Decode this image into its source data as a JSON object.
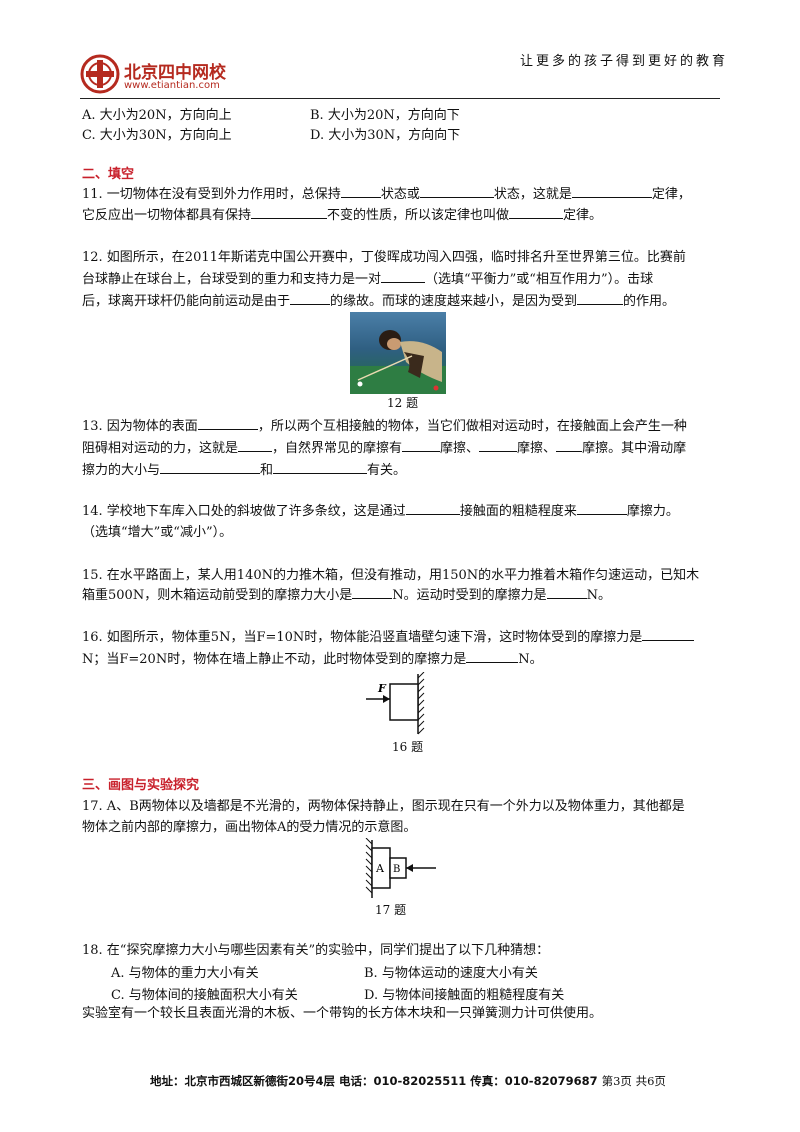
{
  "header": {
    "slogan": "让更多的孩子得到更好的教育",
    "logo_name": "北京四中网校",
    "logo_url": "www.etiantian.com"
  },
  "prev_options": {
    "A": "A. 大小为20N，方向向上",
    "B": "B. 大小为20N，方向向下",
    "C": "C. 大小为30N，方向向上",
    "D": "D. 大小为30N，方向向下"
  },
  "section2": {
    "title": "二、填空"
  },
  "q11": {
    "l1a": "11. 一切物体在没有受到外力作用时，总保持",
    "l1b": "状态或",
    "l1c": "状态，这就是",
    "l1d": "定律，",
    "l2a": "它反应出一切物体都具有保持",
    "l2b": "不变的性质，所以该定律也叫做",
    "l2c": "定律。"
  },
  "q12": {
    "l1": "12. 如图所示，在2011年斯诺克中国公开赛中，丁俊晖成功闯入四强，临时排名升至世界第三位。比赛前",
    "l2a": "台球静止在球台上，台球受到的重力和支持力是一对",
    "l2b": "（选填“平衡力”或“相互作用力”）。击球",
    "l3a": "后，球离开球杆仍能向前运动是由于",
    "l3b": "的缘故。而球的速度越来越小，是因为受到",
    "l3c": "的作用。",
    "fig": "12 题"
  },
  "q13": {
    "l1a": "13. 因为物体的表面",
    "l1b": "，所以两个互相接触的物体，当它们做相对运动时，在接触面上会产生一种",
    "l2a": "阻碍相对运动的力，这就是",
    "l2b": "，自然界常见的摩擦有",
    "l2c": "摩擦、",
    "l2d": "摩擦、",
    "l2e": "摩擦。其中滑动摩",
    "l3a": "擦力的大小与",
    "l3b": "和",
    "l3c": "有关。"
  },
  "q14": {
    "l1a": "14. 学校地下车库入口处的斜坡做了许多条纹，这是通过",
    "l1b": "接触面的粗糙程度来",
    "l1c": "摩擦力。",
    "l2": "（选填“增大”或“减小”）。"
  },
  "q15": {
    "l1": "15. 在水平路面上，某人用140N的力推木箱，但没有推动，用150N的水平力推着木箱作匀速运动，已知木",
    "l2a": "箱重500N，则木箱运动前受到的摩擦力大小是",
    "l2b": "N。运动时受到的摩擦力是",
    "l2c": "N。"
  },
  "q16": {
    "l1a": "16. 如图所示，物体重5N，当F=10N时，物体能沿竖直墙壁匀速下滑，这时物体受到的摩擦力是",
    "l2a": "N；当F=20N时，物体在墙上静止不动，此时物体受到的摩擦力是",
    "l2b": "N。",
    "fig": "16 题",
    "force_label": "F"
  },
  "section3": {
    "title": "三、画图与实验探究"
  },
  "q17": {
    "l1": "17.  A、B两物体以及墙都是不光滑的，两物体保持静止，图示现在只有一个外力以及物体重力，其他都是",
    "l2": "物体之前内部的摩擦力，画出物体A的受力情况的示意图。",
    "fig": "17 题",
    "block_a": "A",
    "block_b": "B"
  },
  "q18": {
    "l1": "18. 在“探究摩擦力大小与哪些因素有关”的实验中，同学们提出了以下几种猜想：",
    "A": "A. 与物体的重力大小有关",
    "B": "B. 与物体运动的速度大小有关",
    "C": "C. 与物体间的接触面积大小有关",
    "D": "D. 与物体间接触面的粗糙程度有关",
    "l4": "实验室有一个较长且表面光滑的木板、一个带钩的长方体木块和一只弹簧测力计可供使用。"
  },
  "footer": {
    "address": "地址：北京市西城区新德街20号4层  电话：010-82025511  传真：010-82079687",
    "page": "第3页  共6页"
  }
}
